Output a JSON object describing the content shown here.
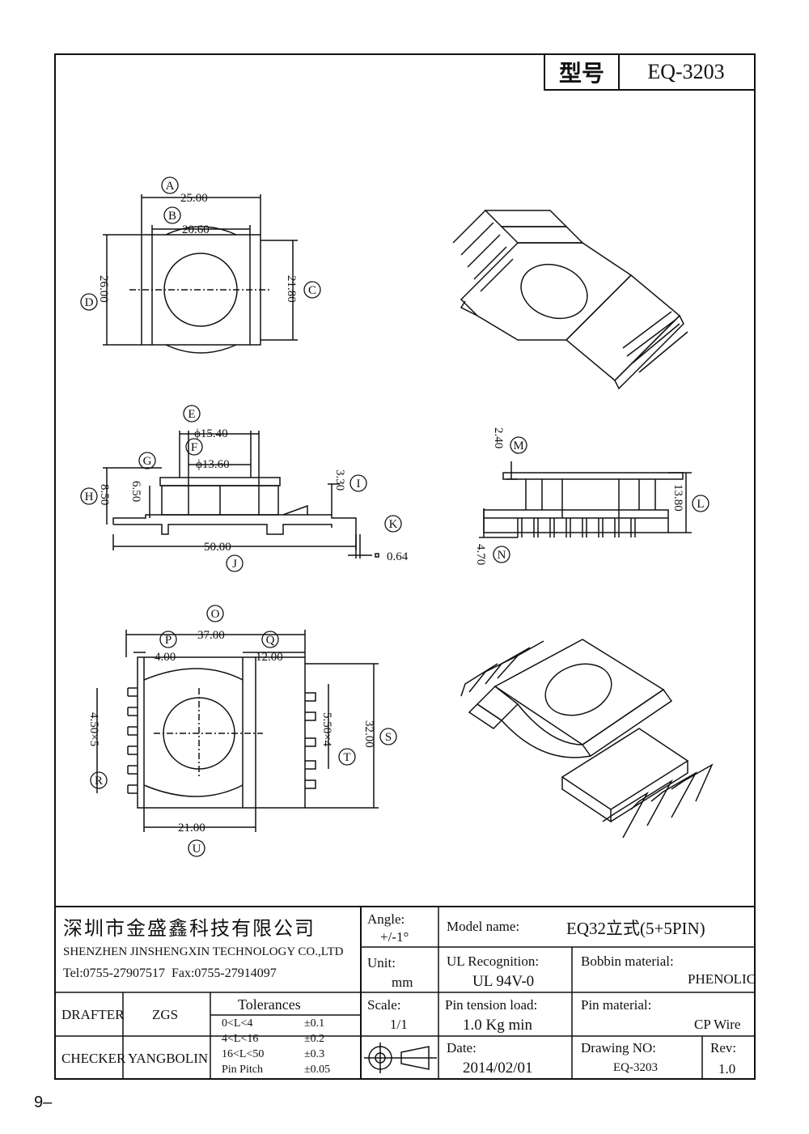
{
  "title_block": {
    "label": "型号",
    "value": "EQ-3203"
  },
  "dimensions": {
    "A": {
      "letter": "A",
      "value": "25.00"
    },
    "B": {
      "letter": "B",
      "value": "20.60"
    },
    "C": {
      "letter": "C",
      "value": "21.80"
    },
    "D": {
      "letter": "D",
      "value": "26.00"
    },
    "E": {
      "letter": "E",
      "value": "ϕ15.40"
    },
    "F": {
      "letter": "F",
      "value": "ϕ13.60"
    },
    "G": {
      "letter": "G",
      "value": ""
    },
    "H": {
      "letter": "H",
      "value": "8.50"
    },
    "H2": {
      "value": "6.50"
    },
    "I": {
      "letter": "I",
      "value": "3.30"
    },
    "J": {
      "letter": "J",
      "value": "50.00"
    },
    "K": {
      "letter": "K",
      "value": "0.64"
    },
    "L": {
      "letter": "L",
      "value": "13.80"
    },
    "M": {
      "letter": "M",
      "value": "2.40"
    },
    "N": {
      "letter": "N",
      "value": "4.70"
    },
    "O": {
      "letter": "O",
      "value": "37.00"
    },
    "P": {
      "letter": "P",
      "value": "4.00"
    },
    "Q": {
      "letter": "Q",
      "value": "12.00"
    },
    "R": {
      "letter": "R",
      "value": "4.50×5"
    },
    "S": {
      "letter": "S",
      "value": "32.00"
    },
    "T": {
      "letter": "T",
      "value": "5.50×4"
    },
    "U": {
      "letter": "U",
      "value": "21.00"
    }
  },
  "company": {
    "name_cn": "深圳市金盛鑫科技有限公司",
    "name_en": "SHENZHEN JINSHENGXIN TECHNOLOGY CO.,LTD",
    "contact": "Tel:0755-27907517  Fax:0755-27914097"
  },
  "table": {
    "angle_label": "Angle:",
    "angle_value": "+/-1°",
    "unit_label": "Unit:",
    "unit_value": "mm",
    "scale_label": "Scale:",
    "scale_value": "1/1",
    "model_label": "Model name:",
    "model_value": "EQ32立式(5+5PIN)",
    "ul_label": "UL Recognition:",
    "ul_value": "UL 94V-0",
    "bobbin_label": "Bobbin material:",
    "bobbin_value": "PHENOLIC",
    "pin_tension_label": "Pin tension load:",
    "pin_tension_value": "1.0 Kg min",
    "pin_material_label": "Pin material:",
    "pin_material_value": "CP Wire",
    "date_label": "Date:",
    "date_value": "2014/02/01",
    "drawing_label": "Drawing NO:",
    "drawing_value": "EQ-3203",
    "rev_label": "Rev:",
    "rev_value": "1.0",
    "drafter_label": "DRAFTER",
    "drafter_value": "ZGS",
    "checker_label": "CHECKER",
    "checker_value": "YANGBOLIN",
    "tolerances_title": "Tolerances",
    "tolerances": [
      {
        "range": "0<L<4",
        "value": "±0.1"
      },
      {
        "range": "4<L<16",
        "value": "±0.2"
      },
      {
        "range": "16<L<50",
        "value": "±0.3"
      },
      {
        "range": "Pin Pitch",
        "value": "±0.05"
      }
    ]
  },
  "page_number": "9–"
}
